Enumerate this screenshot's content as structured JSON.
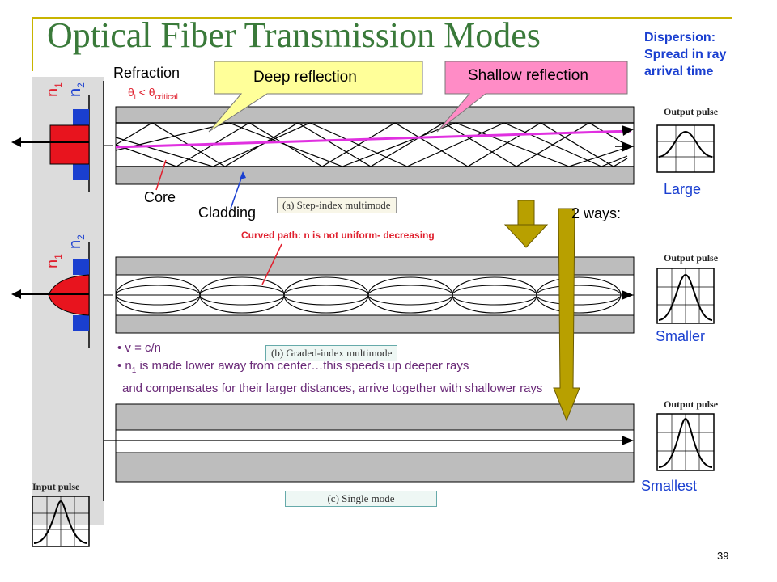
{
  "title": "Optical Fiber Transmission Modes",
  "dispersion": {
    "line1": "Dispersion:",
    "line2": "Spread in ray",
    "line3": "arrival time"
  },
  "refraction_label": "Refraction",
  "theta_condition": {
    "theta_i": "θ",
    "sub_i": "i",
    "lt": " < θ",
    "sub_critical": "critical"
  },
  "callouts": {
    "deep": "Deep reflection",
    "shallow": "Shallow reflection"
  },
  "index_labels": {
    "n1": "n",
    "n1_sub": "1",
    "n2": "n",
    "n2_sub": "2"
  },
  "core_label": "Core",
  "cladding_label": "Cladding",
  "captions": {
    "a": "(a) Step-index multimode",
    "b": "(b) Graded-index multimode",
    "c": "(c) Single mode"
  },
  "curved_path_note": "Curved path: n is not uniform- decreasing",
  "two_ways": "2 ways:",
  "output_pulse_title": "Output pulse",
  "input_pulse_title": "Input pulse",
  "pulse_labels": {
    "large": "Large",
    "smaller": "Smaller",
    "smallest": "Smallest"
  },
  "bullets": {
    "b1": "v = c/n",
    "b2_pre": "n",
    "b2_sub": "1",
    "b2_post": " is made lower away from center…this speeds up deeper rays",
    "b3": "and compensates for their larger distances, arrive together with shallower rays"
  },
  "page_number": "39",
  "colors": {
    "title": "#3a7a3a",
    "accent_blue": "#1a3fd0",
    "red": "#e0202e",
    "magenta": "#e030e0",
    "callout_yellow": "#ffff99",
    "callout_pink": "#ff8cc6",
    "arrow_olive": "#b8a000"
  }
}
